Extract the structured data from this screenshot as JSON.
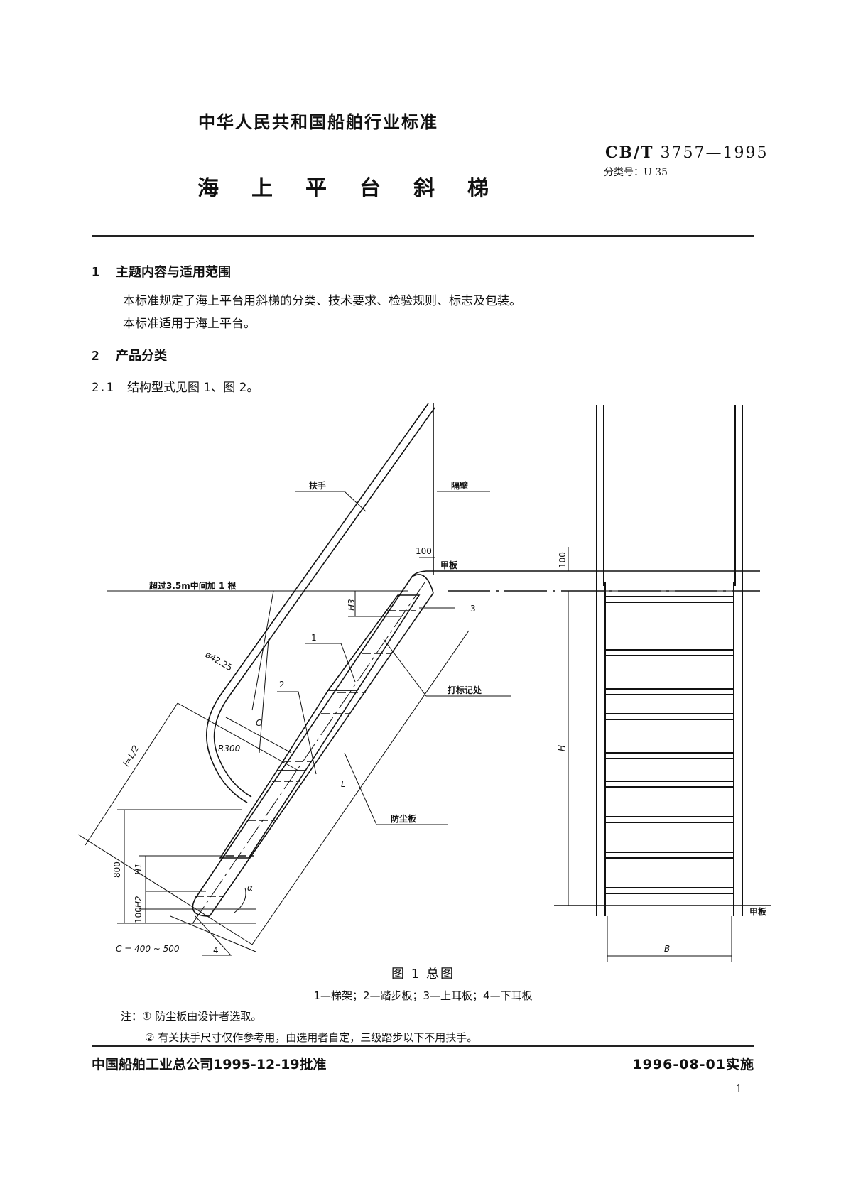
{
  "header": {
    "organization": "中华人民共和国船舶行业标准",
    "title": "海上平台斜梯",
    "standard_prefix": "CB/T",
    "standard_number": "3757—1995",
    "classification": "分类号：U 35"
  },
  "sections": [
    {
      "number": "1",
      "heading": "主题内容与适用范围",
      "paragraphs": [
        "本标准规定了海上平台用斜梯的分类、技术要求、检验规则、标志及包装。",
        "本标准适用于海上平台。"
      ]
    },
    {
      "number": "2",
      "heading": "产品分类"
    },
    {
      "number": "2.1",
      "text": "结构型式见图 1、图 2。"
    }
  ],
  "figure": {
    "labels": {
      "handrail": "扶手",
      "bulkhead": "隔壁",
      "deck": "甲板",
      "deck_right": "甲板",
      "extra_post": "超过3.5m中间加 1 根",
      "diameter": "ø42.25",
      "dim_100_top": "100",
      "dim_100_side": "100",
      "h3": "H3",
      "num_3": "3",
      "num_1": "1",
      "num_2": "2",
      "num_4": "4",
      "marking": "打标记处",
      "c": "C",
      "r300": "R300",
      "l_half": "l=L/2",
      "big_l": "L",
      "dust_plate": "防尘板",
      "dim_800": "800",
      "h1": "H1",
      "h2": "H2",
      "dim_100_bottom": "100",
      "alpha": "α",
      "c_range": "C = 400 ~ 500",
      "big_h": "H",
      "big_b": "B"
    },
    "caption": "图 1    总图",
    "legend": "1—梯架；2—踏步板；3—上耳板；4—下耳板"
  },
  "notes": [
    "注：① 防尘板由设计者选取。",
    "② 有关扶手尺寸仅作参考用，由选用者自定，三级踏步以下不用扶手。"
  ],
  "footer": {
    "approval": "中国船舶工业总公司1995-12-19批准",
    "effective": "1996-08-01实施",
    "page_number": "1"
  }
}
